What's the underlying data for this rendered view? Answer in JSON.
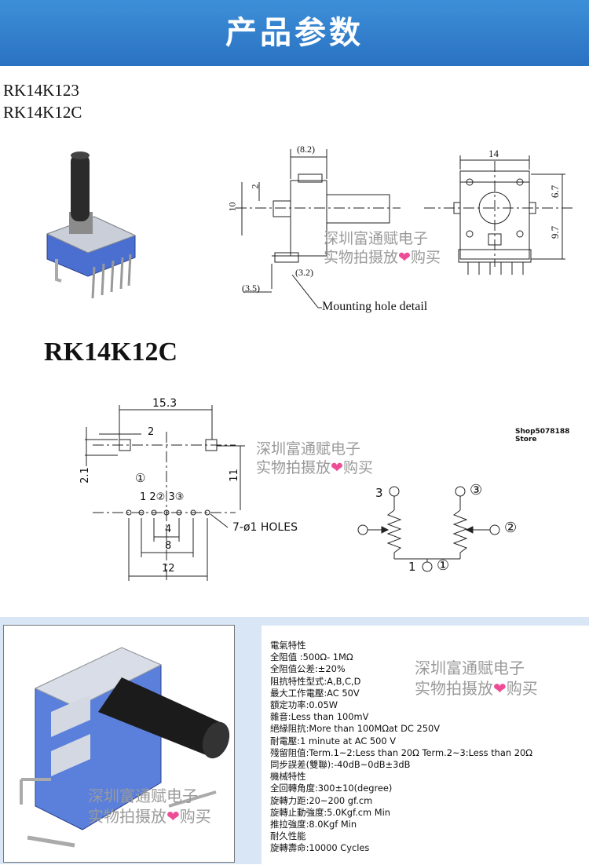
{
  "header": {
    "title": "产品参数",
    "color": "#2f7fcf"
  },
  "models": [
    "RK14K123",
    "RK14K12C"
  ],
  "top_drawing": {
    "side_dims": [
      "(8.2)",
      "2",
      "10",
      "(3.2)",
      "(3.5)"
    ],
    "front_dims": [
      "14",
      "6.7",
      "9.7"
    ],
    "mounting_label": "Mounting hole detail"
  },
  "section_title": "RK14K12C",
  "footprint": {
    "dims": [
      "15.3",
      "2",
      "2.1",
      "11",
      "4",
      "8",
      "12"
    ],
    "circled_1": "①",
    "pin_labels": "1 2② 3③",
    "holes_label": "7-ø1 HOLES"
  },
  "schematic": {
    "t3": "3",
    "c3": "③",
    "c2": "②",
    "p1": "1",
    "c1": "①"
  },
  "watermark": {
    "line1": "深圳富通赋电子",
    "line2a": "实物拍摄放",
    "heart": "❤",
    "line2b": "购买"
  },
  "store_label": "Shop5078188 Store",
  "specs": [
    "電氣特性",
    "全阻值 :500Ω- 1MΩ",
    "全阻值公差:±20%",
    "阻抗特性型式:A,B,C,D",
    "最大工作電壓:AC 50V",
    "額定功率:0.05W",
    "雜音:Less than 100mV",
    "絕緣阻抗:More than 100MΩat DC 250V",
    "耐電壓:1 minute at AC 500 V",
    "殘留阻值:Term.1~2:Less than 20Ω Term.2~3:Less than 20Ω",
    "同步誤差(雙聯):-40dB~0dB±3dB",
    "機械特性",
    "全回轉角度:300±10(degree)",
    "旋轉力距:20~200 gf.cm",
    "旋轉止動強度:5.0Kgf.cm Min",
    "推拉強度:8.0Kgf Min",
    "耐久性能",
    "旋轉壽命:10000 Cycles"
  ],
  "colors": {
    "bottom_bg": "#d9e6f6",
    "heart": "#ee4d96",
    "body_blue": "#4a6fd0"
  }
}
